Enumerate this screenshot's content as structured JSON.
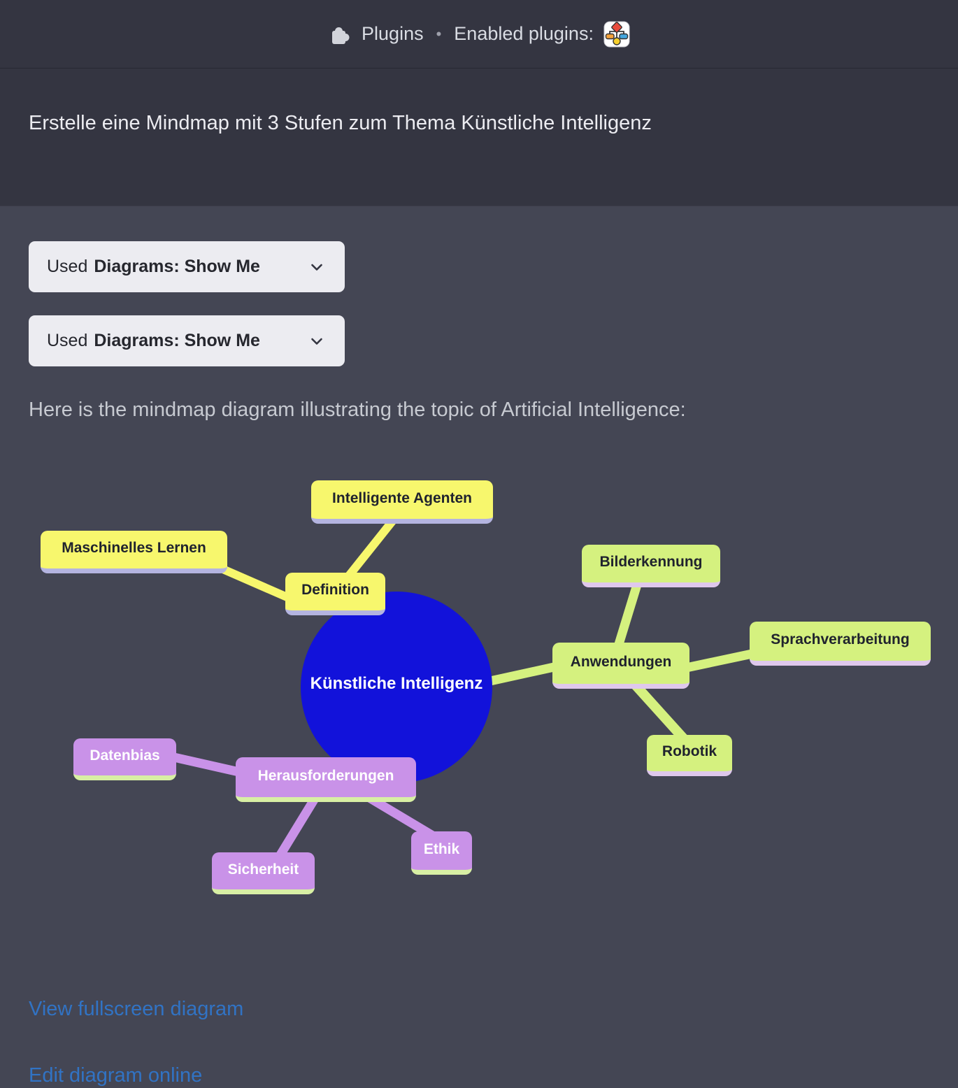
{
  "header": {
    "plugins_label": "Plugins",
    "separator": "•",
    "enabled_label": "Enabled plugins:"
  },
  "user_message": "Erstelle eine Mindmap mit 3 Stufen zum Thema Künstliche Intelligenz",
  "plugin_calls": [
    {
      "prefix": "Used",
      "name": "Diagrams: Show Me"
    },
    {
      "prefix": "Used",
      "name": "Diagrams: Show Me"
    }
  ],
  "assistant_intro": "Here is the mindmap diagram illustrating the topic of Artificial Intelligence:",
  "mindmap": {
    "center": "Künstliche Intelligenz",
    "level1": {
      "definition": "Definition",
      "anwendungen": "Anwendungen",
      "herausforderungen": "Herausforderungen"
    },
    "level2": {
      "maschinelles_lernen": "Maschinelles Lernen",
      "intelligente_agenten": "Intelligente Agenten",
      "bilderkennung": "Bilderkennung",
      "sprachverarbeitung": "Sprachverarbeitung",
      "robotik": "Robotik",
      "datenbias": "Datenbias",
      "sicherheit": "Sicherheit",
      "ethik": "Ethik"
    },
    "structure": {
      "root": "Künstliche Intelligenz",
      "branches": [
        {
          "label": "Definition",
          "children": [
            "Maschinelles Lernen",
            "Intelligente Agenten"
          ]
        },
        {
          "label": "Anwendungen",
          "children": [
            "Bilderkennung",
            "Sprachverarbeitung",
            "Robotik"
          ]
        },
        {
          "label": "Herausforderungen",
          "children": [
            "Datenbias",
            "Sicherheit",
            "Ethik"
          ]
        }
      ]
    }
  },
  "links": {
    "fullscreen": "View fullscreen diagram",
    "edit": "Edit diagram online"
  },
  "colors": {
    "header_bg": "#343541",
    "assistant_bg": "#444654",
    "pill_bg": "#ececf1",
    "link_blue": "#3173c4",
    "root_blue": "#1212da",
    "branch_yellow": "#f7f76d",
    "branch_yellow_shadow": "#b4b4e0",
    "branch_green": "#d5f17f",
    "branch_green_shadow": "#dfc8ec",
    "branch_purple": "#c992e8",
    "branch_purple_shadow": "#d8efa4"
  }
}
